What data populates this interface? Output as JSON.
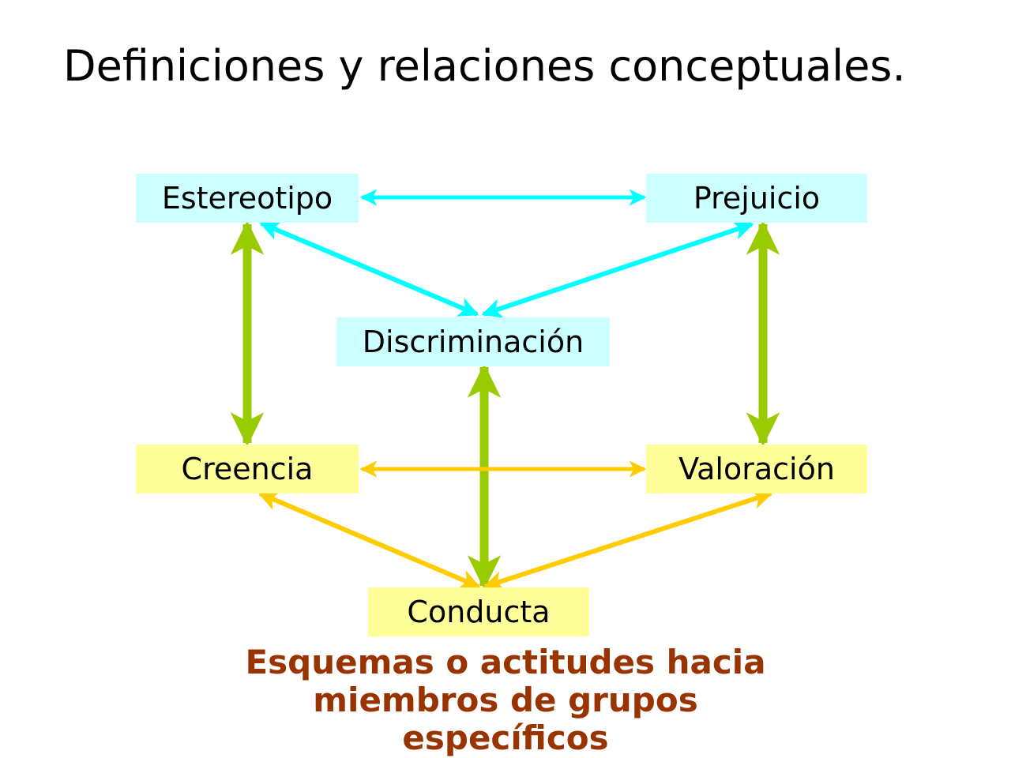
{
  "slide": {
    "title": "Definiciones y relaciones conceptuales.",
    "background_color": "#ffffff"
  },
  "diagram": {
    "type": "concept-relationship-diagram",
    "nodes": [
      {
        "id": "estereotipo",
        "label": "Estereotipo",
        "fill": "#ccffff",
        "text_color": "#000000"
      },
      {
        "id": "prejuicio",
        "label": "Prejuicio",
        "fill": "#ccffff",
        "text_color": "#000000"
      },
      {
        "id": "discriminacion",
        "label": "Discriminación",
        "fill": "#ccffff",
        "text_color": "#000000"
      },
      {
        "id": "creencia",
        "label": "Creencia",
        "fill": "#ffff99",
        "text_color": "#000000"
      },
      {
        "id": "valoracion",
        "label": "Valoración",
        "fill": "#ffff99",
        "text_color": "#000000"
      },
      {
        "id": "conducta",
        "label": "Conducta",
        "fill": "#ffff99",
        "text_color": "#000000"
      }
    ],
    "edges": [
      {
        "id": "estereotipo-prejuicio",
        "from": "estereotipo",
        "to": "prejuicio",
        "color": "#00ffff",
        "style": "double-headed"
      },
      {
        "id": "estereotipo-discriminacion",
        "from": "estereotipo",
        "to": "discriminacion",
        "color": "#00ffff",
        "style": "double-headed"
      },
      {
        "id": "discriminacion-prejuicio",
        "from": "discriminacion",
        "to": "prejuicio",
        "color": "#00ffff",
        "style": "double-headed"
      },
      {
        "id": "estereotipo-creencia",
        "from": "estereotipo",
        "to": "creencia",
        "color": "#99cc00",
        "style": "double-headed"
      },
      {
        "id": "prejuicio-valoracion",
        "from": "prejuicio",
        "to": "valoracion",
        "color": "#99cc00",
        "style": "double-headed"
      },
      {
        "id": "discriminacion-conducta",
        "from": "discriminacion",
        "to": "conducta",
        "color": "#99cc00",
        "style": "double-headed"
      },
      {
        "id": "creencia-valoracion",
        "from": "creencia",
        "to": "valoracion",
        "color": "#ffcc00",
        "style": "double-headed"
      },
      {
        "id": "creencia-conducta",
        "from": "creencia",
        "to": "conducta",
        "color": "#ffcc00",
        "style": "double-headed"
      },
      {
        "id": "conducta-valoracion",
        "from": "conducta",
        "to": "valoracion",
        "color": "#ffcc00",
        "style": "double-headed"
      }
    ]
  },
  "caption": {
    "line1": "Esquemas o actitudes hacia",
    "line2": "miembros de grupos",
    "line3": "específicos",
    "color": "#993300"
  }
}
